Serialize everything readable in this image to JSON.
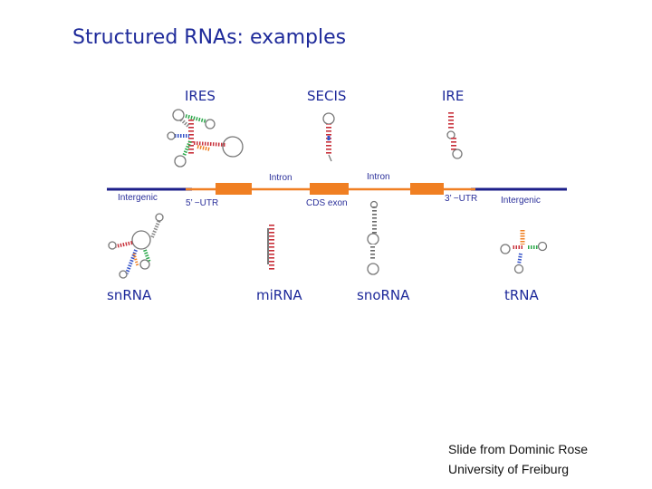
{
  "title": "Structured RNAs: examples",
  "gene_track": {
    "labels": {
      "intergenic_left": "Intergenic",
      "utr5": "5’ −UTR",
      "intron1": "Intron",
      "cds": "CDS exon",
      "intron2": "Intron",
      "utr3": "3’ −UTR",
      "intergenic_right": "Intergenic"
    },
    "colors": {
      "intergenic": "#1c1f8a",
      "gene": "#f07f22",
      "label": "#2a2f9a"
    }
  },
  "rna_examples_top": [
    "IRES",
    "SECIS",
    "IRE"
  ],
  "rna_examples_bottom": [
    "snRNA",
    "miRNA",
    "snoRNA",
    "tRNA"
  ],
  "credit": {
    "line1": "Slide from Dominic Rose",
    "line2": "University of Freiburg"
  }
}
